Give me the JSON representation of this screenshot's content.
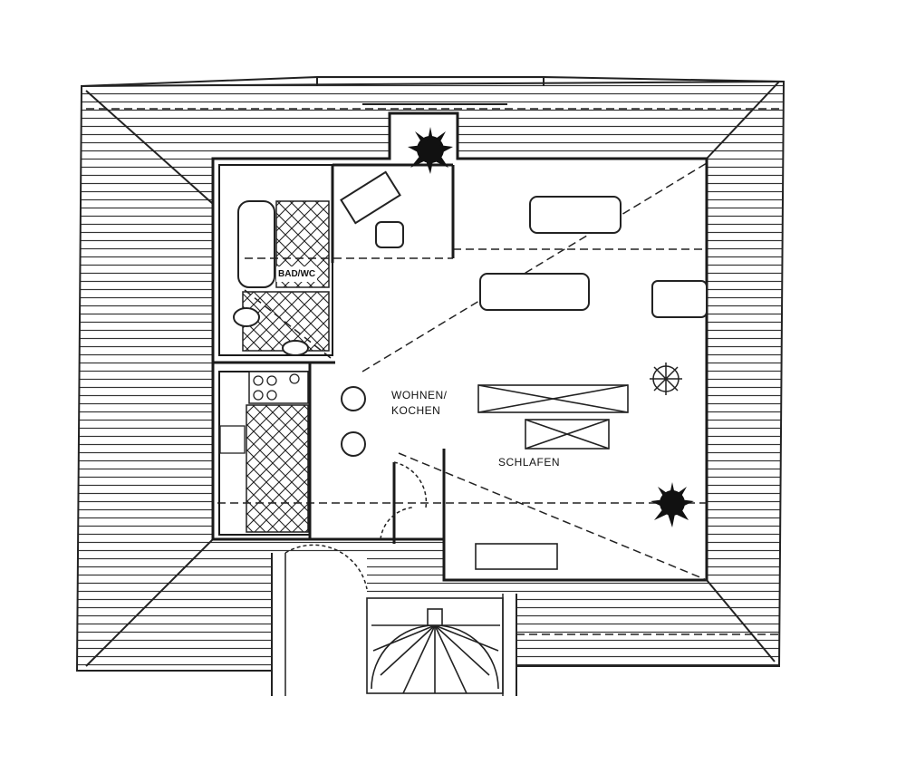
{
  "plan": {
    "rooms": {
      "bath": "BAD/WC",
      "living_line1": "WOHNEN/",
      "living_line2": "KOCHEN",
      "sleeping": "SCHLAFEN"
    },
    "colors": {
      "ink": "#1a1a1a",
      "paper": "#ffffff"
    }
  }
}
